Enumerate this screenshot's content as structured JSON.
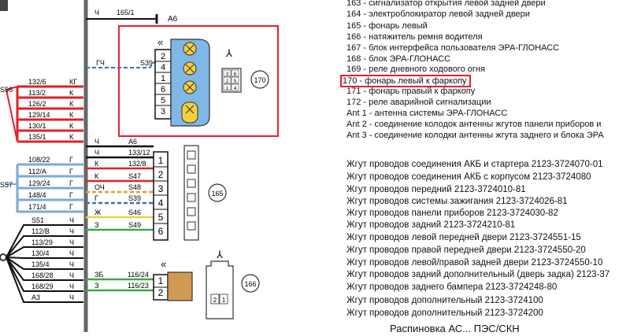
{
  "legend": [
    "163 - сигнализатор открытия левой задней двери",
    "164 - электроблокиратор левой задней двери",
    "165 - фонарь левый",
    "166 - натяжитель ремня водителя",
    "167 - блок интерфейса пользователя ЭРА-ГЛОНАСС",
    "168 - блок ЭРА-ГЛОНАСС",
    "169 - реле дневного ходового огня",
    "170 - фонарь левый к фаркопу",
    "171 - фонарь правый к фаркопу",
    "172 - реле аварийной сигнализации",
    "Ant 1 - антенна системы ЭРА-ГЛОНАСС",
    "Ant 2 - соединение колодок антенны жгутов панели приборов и",
    "Ant 3 - соединение колодки антенны жгута заднего и блока ЭРА"
  ],
  "harnesses": [
    "Жгут проводов соединения АКБ и стартера 2123-3724070-01",
    "Жгут проводов соединения АКБ с корпусом 2123-3724080",
    "Жгут проводов передний 2123-3724010-81",
    "Жгут проводов системы зажигания 2123-3724026-81",
    "Жгут проводов панели приборов 2123-3724030-82",
    "Жгут проводов задний 2123-3724210-81",
    "Жгут проводов левой передней двери 2123-3724551-15",
    "Жгут проводов правой передней двери 2123-3724550-20",
    "Жгут проводов левой/правой задней двери 2123-3724550-10",
    "Жгут проводов задний дополнительный (дверь задка) 2123-37",
    "Жгут проводов заднего бампера 2123-3724248-80",
    "Жгут проводов дополнительный 2123-3724100",
    "Жгут проводов дополнительный 2123-3724200"
  ],
  "highlight": {
    "color": "#e8202a"
  },
  "top_wire": {
    "color_code": "Ч",
    "wire_id": "165/1",
    "target": "А6"
  },
  "comp170": {
    "label": "170",
    "wire_color_code": "ГЧ",
    "wire_id": "S39",
    "pins": [
      "2",
      "4",
      "1",
      "6",
      "5",
      "3"
    ],
    "plug_pins": [
      "3",
      "6",
      "2",
      "5",
      "1",
      "4"
    ]
  },
  "group56": {
    "label": "S56",
    "wires": [
      {
        "id": "132/6",
        "code": "КГ"
      },
      {
        "id": "113/2",
        "code": "К"
      },
      {
        "id": "126/2",
        "code": "К"
      },
      {
        "id": "129/14",
        "code": "К"
      },
      {
        "id": "130/1",
        "code": "К"
      },
      {
        "id": "135/1",
        "code": "К"
      }
    ]
  },
  "group57": {
    "label": "S57",
    "wires": [
      {
        "id": "108/22",
        "code": "Г"
      },
      {
        "id": "112/А",
        "code": "Г"
      },
      {
        "id": "129/24",
        "code": "Г"
      },
      {
        "id": "148/4",
        "code": "Г"
      },
      {
        "id": "171/4",
        "code": "Г"
      }
    ]
  },
  "group_bottom": {
    "wires": [
      {
        "id": "S51",
        "code": "Ч"
      },
      {
        "id": "112/В",
        "code": "Ч"
      },
      {
        "id": "113/29",
        "code": "Ч"
      },
      {
        "id": "130/4",
        "code": "Ч"
      },
      {
        "id": "135/4",
        "code": "Ч"
      },
      {
        "id": "168/28",
        "code": "Ч"
      },
      {
        "id": "168/29",
        "code": "Ч"
      },
      {
        "id": "А3",
        "code": "Ч"
      }
    ]
  },
  "comp165": {
    "label": "165",
    "wires": [
      {
        "code": "Ч",
        "id": "А6",
        "pin": "1"
      },
      {
        "code": "Ч",
        "id": "133/12",
        "pin": ""
      },
      {
        "code": "К",
        "id": "132/8",
        "pin": "2"
      },
      {
        "code": "К",
        "id": "S47",
        "pin": "3"
      },
      {
        "code": "ОЧ",
        "id": "S48",
        "pin": "3"
      },
      {
        "code": "Г",
        "id": "S39",
        "pin": "4"
      },
      {
        "code": "Ж",
        "id": "S46",
        "pin": "5"
      },
      {
        "code": "З",
        "id": "S49",
        "pin": "6"
      }
    ]
  },
  "comp166": {
    "label": "166",
    "wires": [
      {
        "code": "ЗБ",
        "id": "116/24",
        "pin": "1"
      },
      {
        "code": "З",
        "id": "116/23",
        "pin": "2"
      }
    ],
    "plug_pins": [
      "2",
      "1"
    ]
  },
  "bottom_text": "Распиновка АС... ПЭС/СКН"
}
